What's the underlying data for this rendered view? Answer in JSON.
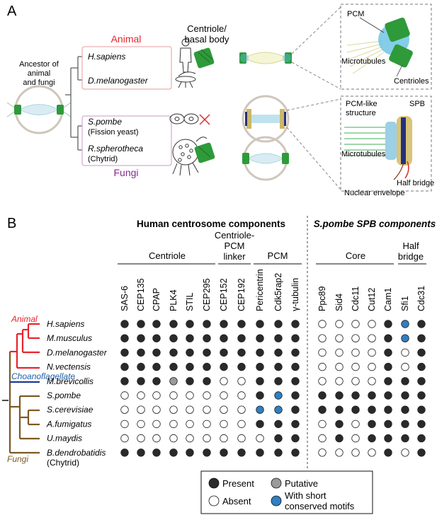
{
  "panel_a": {
    "label": "A",
    "ancestor_lines": [
      "Ancestor of",
      "animal",
      "and fungi"
    ],
    "animal_label": "Animal",
    "fungi_label": "Fungi",
    "species": [
      {
        "name": "H.sapiens",
        "sub": ""
      },
      {
        "name": "D.melanogaster",
        "sub": ""
      },
      {
        "name": "S.pombe",
        "sub": "(Fission yeast)"
      },
      {
        "name": "R.spherotheca",
        "sub": "(Chytrid)"
      }
    ],
    "centriole_header": [
      "Centriole/",
      "basal body"
    ],
    "zoom_top": {
      "pcm": "PCM",
      "microtubules": "Microtubules",
      "centrioles": "Centrioles"
    },
    "zoom_bottom": {
      "pcm_like": [
        "PCM-like",
        "structure"
      ],
      "spb": "SPB",
      "microtubules": "Microtubules",
      "half_bridge": "Half bridge",
      "nuclear_envelope": "Nuclear envelope"
    },
    "colors": {
      "animal": "#e8242b",
      "fungi": "#8b2a8e",
      "centriole_green": "#2e9a3a",
      "pcm_blue": "#5bbde0",
      "spb_navy": "#24307a",
      "absent_cross": "#e02a2a"
    }
  },
  "panel_b": {
    "label": "B",
    "group_titles": {
      "human": "Human centrosome components",
      "spb": "S.pombe SPB components"
    },
    "subgroups": {
      "centriole": "Centriole",
      "linker": [
        "Centriole-",
        "PCM",
        "linker"
      ],
      "pcm": "PCM",
      "core": "Core",
      "half_bridge": [
        "Half",
        "bridge"
      ]
    },
    "columns": [
      "SAS-6",
      "CEP135",
      "CPAP",
      "PLK4",
      "STIL",
      "CEP295",
      "CEP152",
      "CEP192",
      "Pericentrin",
      "Cdk5rap2",
      "γ-tubulin",
      "Ppc89",
      "Sid4",
      "Cdc11",
      "Cut12",
      "Cam1",
      "Sfi1",
      "Cdc31"
    ],
    "species": [
      "H.sapiens",
      "M.musculus",
      "D.melanogaster",
      "N.vectensis",
      "M.brevicollis",
      "S.pombe",
      "S.cerevisiae",
      "A.fumigatus",
      "U.maydis",
      "B.dendrobatidis"
    ],
    "chytrid_note": "(Chytrid)",
    "tree_labels": {
      "animal": "Animal",
      "choano": "Choanoflagellate",
      "fungi": "Fungi"
    },
    "tree_colors": {
      "animal": "#e8242b",
      "choano": "#1f3a93",
      "fungi": "#7a5a23",
      "choano_label": "#1f5fa8"
    },
    "matrix_codes": [
      "PPPPPPPPPPP OOOOPBP",
      "PPPPPPPPPPP OOOOPBP",
      "PPPPPPPPPPP OOOOPOP",
      "PPPPPPPPPPP OOOOPOP",
      "PPPUPPOOPPP OOOOPPP",
      "OOOOOOOOPBP PPPPPPP",
      "OOOOOOOOBBP PPPPPPP",
      "OOOOOOOOPPP OPOPPPP",
      "OOOOOOOOOPP OPOPPPP",
      "PPPPPPPPPPP OOOOPOP"
    ],
    "legend": {
      "present": "Present",
      "putative": "Putative",
      "absent": "Absent",
      "motif_lines": [
        "With short",
        "conserved motifs"
      ]
    },
    "dot_colors": {
      "present": "#2a2a2a",
      "putative": "#9a9a9a",
      "absent": "#ffffff",
      "motif": "#2f7fc1"
    }
  }
}
